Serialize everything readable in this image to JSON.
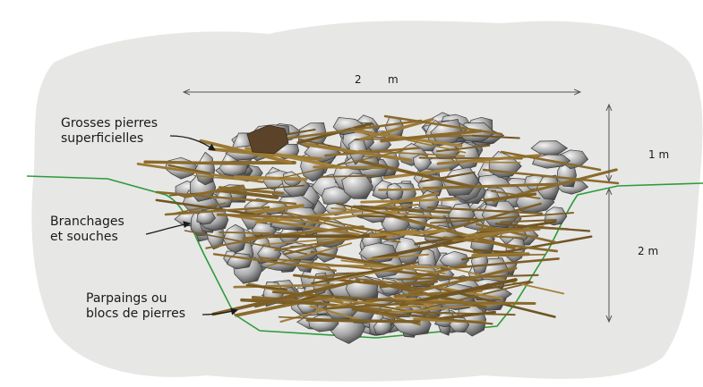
{
  "annotations": {
    "top_stones": [
      "Grosses pierres",
      "superficielles"
    ],
    "branches": [
      "Branchages",
      "et souches"
    ],
    "blocks": [
      "Parpaings ou",
      "blocs de pierres"
    ]
  },
  "dimensions": {
    "width": "2",
    "width_unit": "m",
    "height_above": "1 m",
    "depth_below": "2 m"
  },
  "colors": {
    "background_blob": "#e7e7e6",
    "ground_line": "#2e9b3a",
    "branch": "#8a6a2c",
    "stone": "#9a9a9a",
    "dimension_line": "#555555"
  }
}
